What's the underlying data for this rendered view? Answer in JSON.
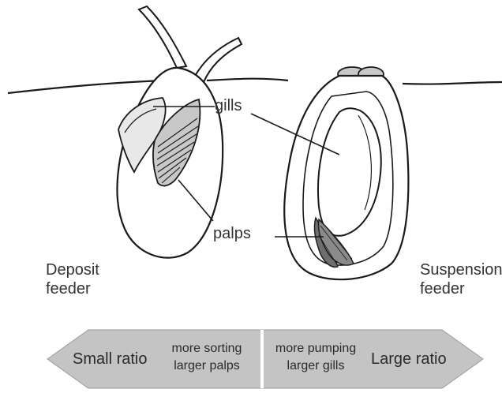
{
  "labels": {
    "gills": "gills",
    "palps": "palps",
    "deposit_line1": "Deposit",
    "deposit_line2": "feeder",
    "suspension_line1": "Suspension",
    "suspension_line2": "feeder"
  },
  "arrow": {
    "left_end": "Small ratio",
    "left_mid_line1": "more sorting",
    "left_mid_line2": "larger palps",
    "right_mid_line1": "more pumping",
    "right_mid_line2": "larger gills",
    "right_end": "Large ratio"
  },
  "colors": {
    "outline": "#1a1a1a",
    "shade": "#c8c8c8",
    "palp_dark": "#6e6e6e",
    "arrow_fill": "#c4c4c4",
    "arrow_divider": "#ffffff"
  }
}
